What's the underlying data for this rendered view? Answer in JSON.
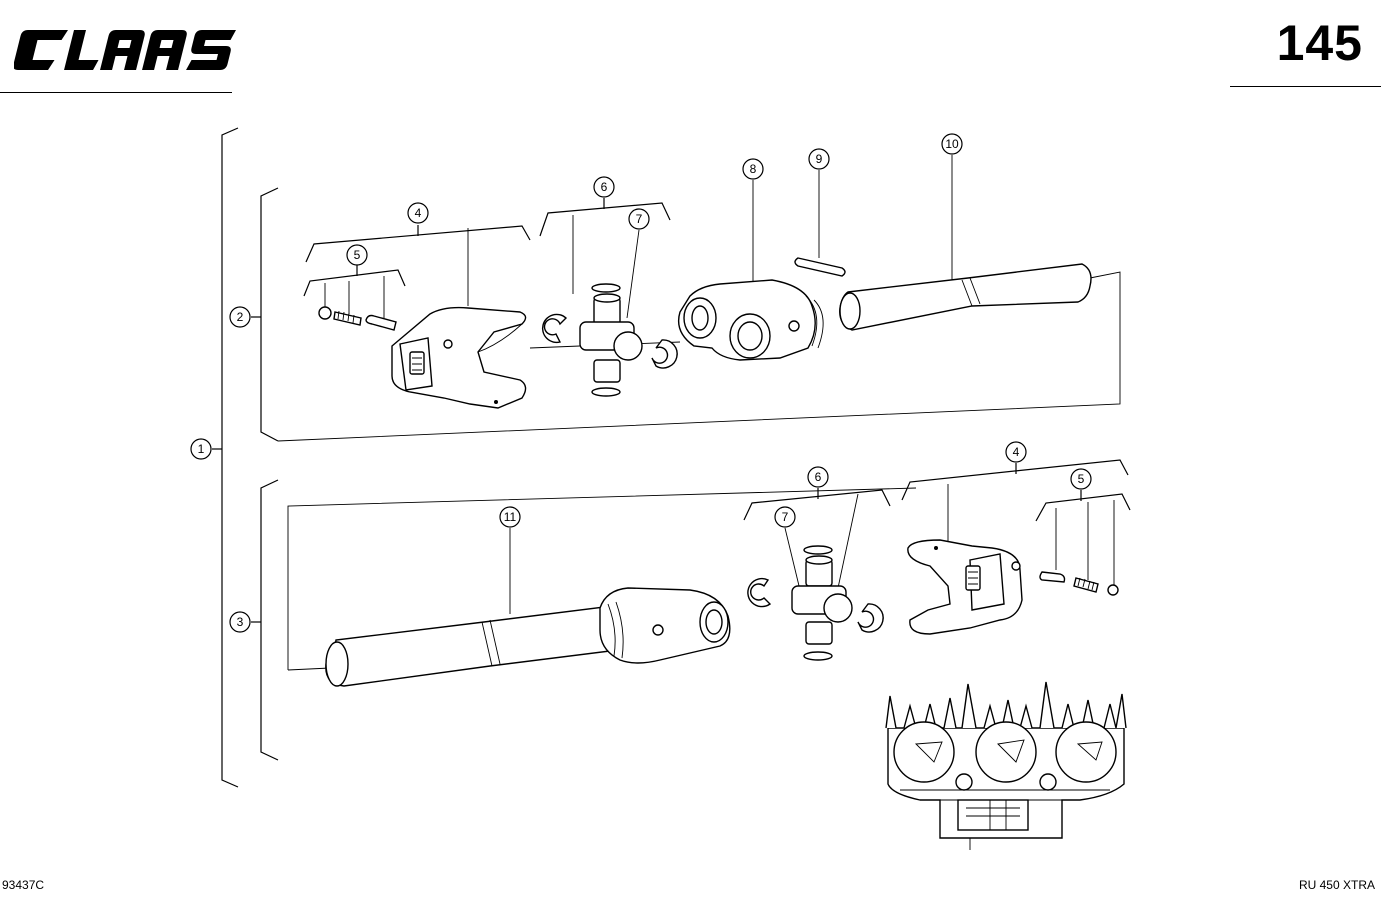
{
  "header": {
    "brand": "CLAAS",
    "page_number": "145"
  },
  "footer": {
    "drawing_id": "93437C",
    "model": "RU 450 XTRA"
  },
  "callouts": [
    "1",
    "2",
    "3",
    "4",
    "5",
    "6",
    "7",
    "8",
    "9",
    "10",
    "11"
  ]
}
